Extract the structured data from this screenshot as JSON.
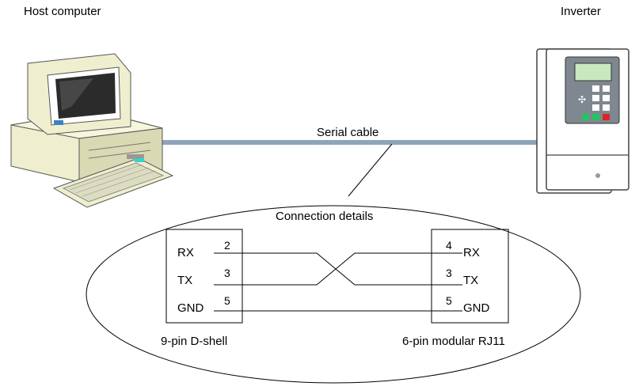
{
  "labels": {
    "host": "Host computer",
    "inverter": "Inverter",
    "cable": "Serial cable",
    "details": "Connection details"
  },
  "left_connector": {
    "name": "9-pin D-shell",
    "signals": [
      {
        "signal": "RX",
        "pin": "2"
      },
      {
        "signal": "TX",
        "pin": "3"
      },
      {
        "signal": "GND",
        "pin": "5"
      }
    ]
  },
  "right_connector": {
    "name": "6-pin modular RJ11",
    "signals": [
      {
        "signal": "RX",
        "pin": "4"
      },
      {
        "signal": "TX",
        "pin": "3"
      },
      {
        "signal": "GND",
        "pin": "5"
      }
    ]
  },
  "colors": {
    "cable": "#8ea4b8",
    "pc_beige": "#efefcf",
    "screen": "#2b2b2b",
    "inverter_body": "#ffffff",
    "keypad_led_green": "#22c55e",
    "keypad_led_red": "#dc2626"
  }
}
